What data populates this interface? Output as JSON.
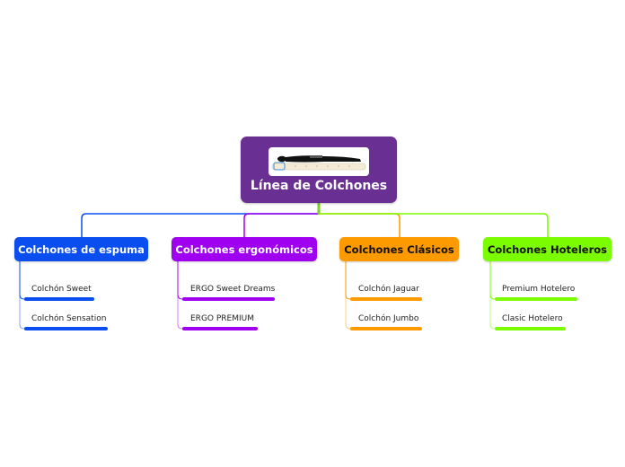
{
  "colors": {
    "root": "#6a2f92",
    "espuma": "#0a4ef0",
    "ergonomicos": "#a000f0",
    "clasicos": "#fd9a00",
    "hoteleros": "#7cfc00",
    "central_connector": "#7cd21e"
  },
  "root": {
    "title": "Línea de Colchones",
    "image": "mattress-with-person-image"
  },
  "branches": [
    {
      "label": "Colchones de espuma",
      "color": "#0a4ef0",
      "text_color": "#ffffff",
      "children": [
        "Colchón Sweet",
        "Colchón Sensation"
      ]
    },
    {
      "label": "Colchones ergonómicos",
      "color": "#a000f0",
      "text_color": "#ffffff",
      "children": [
        "ERGO Sweet Dreams",
        "ERGO PREMIUM"
      ]
    },
    {
      "label": "Colchones Clásicos",
      "color": "#fd9a00",
      "text_color": "#111111",
      "children": [
        "Colchón Jaguar",
        "Colchón Jumbo"
      ]
    },
    {
      "label": "Colchones Hoteleros",
      "color": "#7cfc00",
      "text_color": "#111111",
      "children": [
        "Premium Hotelero",
        "Clasic Hotelero"
      ]
    }
  ]
}
